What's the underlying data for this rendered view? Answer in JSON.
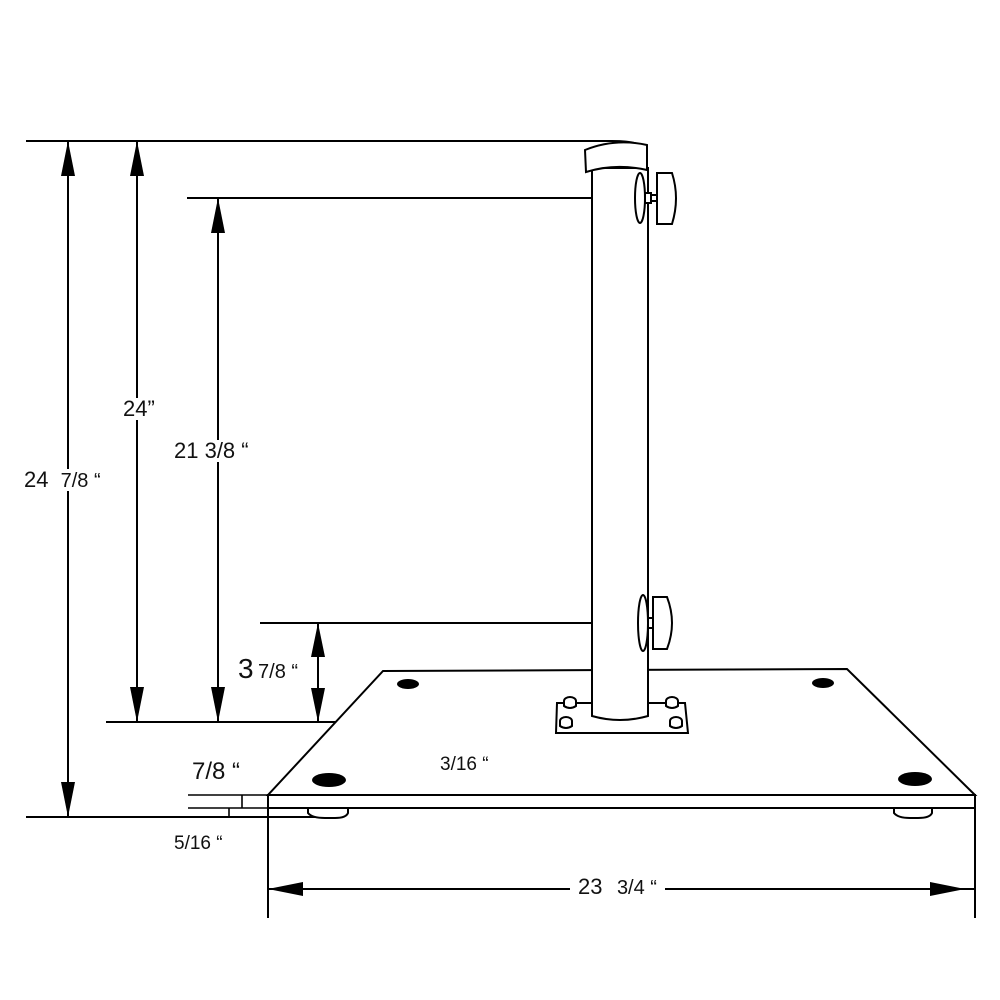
{
  "diagram": {
    "subject": "Umbrella base stand with square plate and vertical pole",
    "colors": {
      "line": "#000000",
      "background": "#ffffff"
    },
    "dimensions": {
      "overall_height": {
        "whole": "24",
        "fraction": "7/8 “"
      },
      "pole_height": "24”",
      "upper_knob_height": "21 3/8 “",
      "lower_knob_height": {
        "whole": "3",
        "fraction": "7/8 “"
      },
      "plate_thickness": "7/8 “",
      "foot_height": "5/16 “",
      "mount_plate_thickness": "3/16 “",
      "base_width": {
        "whole": "23",
        "fraction": "3/4 “"
      }
    },
    "parts": [
      "pole",
      "pole-cap",
      "upper-tightening-knob",
      "lower-tightening-knob",
      "mount-plate",
      "mount-bolts",
      "base-plate",
      "base-holes",
      "rubber-feet"
    ]
  }
}
